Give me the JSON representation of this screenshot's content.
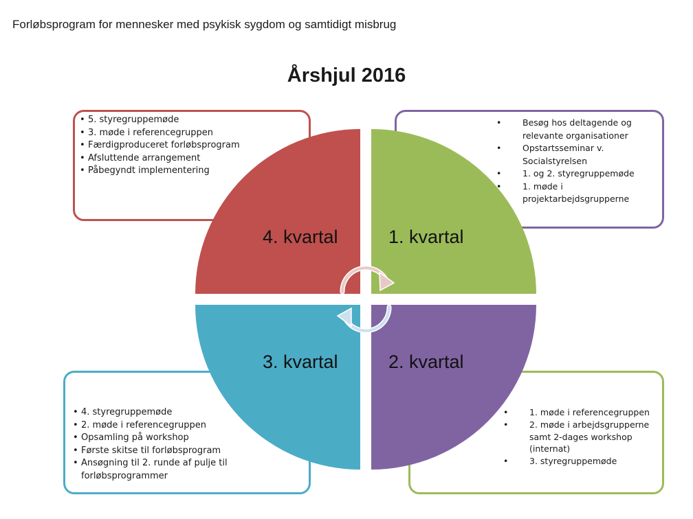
{
  "header": {
    "text": "Forløbsprogram for mennesker med psykisk sygdom og samtidigt misbrug"
  },
  "title": "Årshjul 2016",
  "colors": {
    "q4": "#c0504d",
    "q1": "#9bbb59",
    "q3": "#4bacc6",
    "q2": "#8064a2",
    "q1_box": "#8064a2",
    "q2_box": "#9bbb59"
  },
  "quarters": {
    "q4": {
      "label": "4. kvartal",
      "items": [
        "5. styregruppemøde",
        "3. møde i referencegruppen",
        "Færdigproduceret forløbsprogram",
        "Afsluttende arrangement",
        "Påbegyndt implementering"
      ]
    },
    "q1": {
      "label": "1. kvartal",
      "items": [
        "Besøg hos deltagende og relevante organisationer",
        "Opstartsseminar v. Socialstyrelsen",
        "1. og 2. styregruppemøde",
        "1. møde i projektarbejdsgrupperne"
      ]
    },
    "q3": {
      "label": "3. kvartal",
      "items": [
        "4. styregruppemøde",
        "2. møde i referencegruppen",
        "Opsamling på workshop",
        "Første skitse til forløbsprogram",
        "Ansøgning til 2. runde af pulje til forløbsprogrammer"
      ]
    },
    "q2": {
      "label": "2. kvartal",
      "items": [
        "1. møde i referencegruppen",
        "2. møde i arbejdsgrupperne samt 2-dages workshop (internat)",
        "3. styregruppemøde"
      ]
    }
  }
}
